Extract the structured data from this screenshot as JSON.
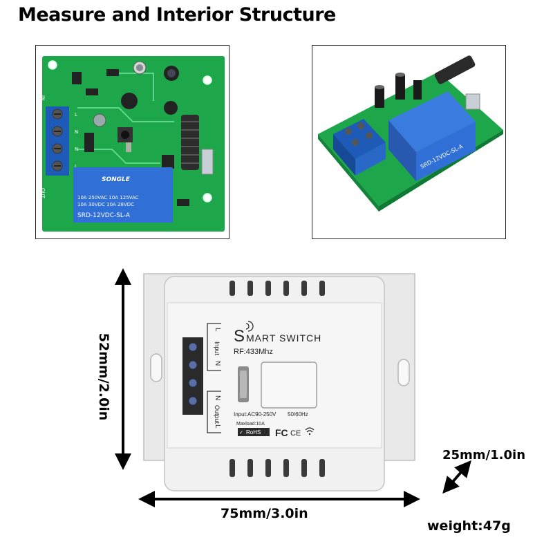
{
  "title": "Measure and Interior Structure",
  "pcb": {
    "left_labels": [
      "L",
      "N",
      "N",
      "L"
    ],
    "side_labels": [
      "IN",
      "OUT"
    ],
    "relay_brand": "SONGLE",
    "relay_lines": [
      "10A 250VAC   10A 125VAC",
      "10A 30VDC   10A 28VDC",
      "SRD-12VDC-SL-A"
    ]
  },
  "device": {
    "logo_letter": "S",
    "name": "MART SWITCH",
    "rf": "RF:433Mhz",
    "input_label": "Input",
    "output_label": "Output",
    "input_spec": "Input:AC90-250V",
    "frequency": "50/60Hz",
    "maxload": "Maxload:10A",
    "rohs": "RoHS",
    "cert_fc": "FC",
    "cert_ce": "CE",
    "terminal_labels": [
      "L",
      "N",
      "N",
      "L"
    ]
  },
  "dimensions": {
    "height": "52mm/2.0in",
    "width": "75mm/3.0in",
    "depth": "25mm/1.0in",
    "weight": "weight:47g"
  },
  "colors": {
    "pcb_green": "#16a34a",
    "terminal_blue": "#1e5bb8",
    "relay_blue": "#2f6fd6",
    "case_white": "#ececec"
  }
}
